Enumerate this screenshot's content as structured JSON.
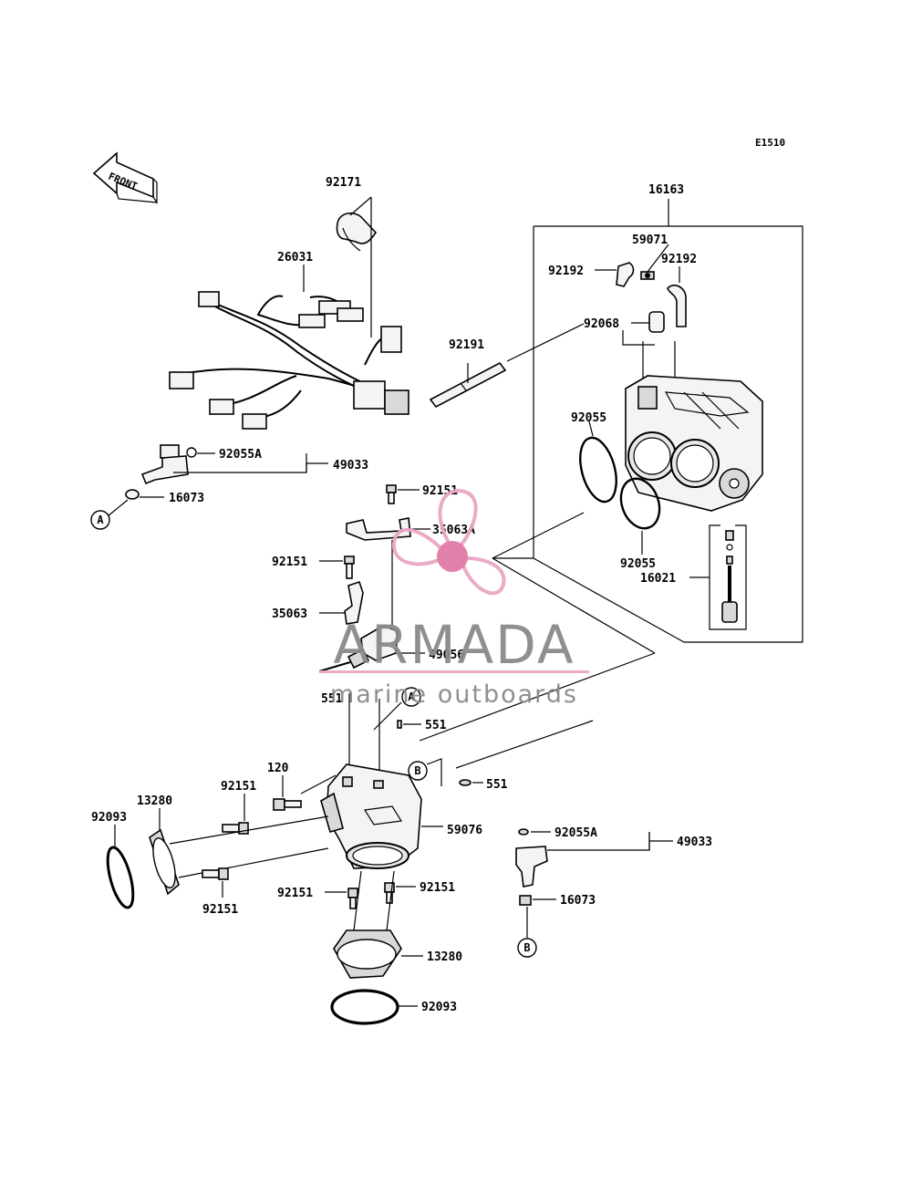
{
  "diagram_ref": "E1510",
  "front_arrow_label": "FRONT",
  "watermark": {
    "name": "ARMADA",
    "tagline": "marine outboards",
    "colors": {
      "propeller": "#e9a6c6",
      "hub": "#e07aa6",
      "text": "#8a8a8a",
      "underline": "#e9a6c6"
    }
  },
  "circle_refs": {
    "a_top": "A",
    "a_mid": "A",
    "b_mid": "B",
    "b_bottom": "B"
  },
  "labels": {
    "p92171": "92171",
    "p26031": "26031",
    "p16163": "16163",
    "p59071": "59071",
    "p92192_left": "92192",
    "p92192_right": "92192",
    "p92068": "92068",
    "p92191": "92191",
    "p92055_upper": "92055",
    "p92055_lower": "92055",
    "p16021": "16021",
    "p92055A_top": "92055A",
    "p49033_top": "49033",
    "p16073_top": "16073",
    "p92151_a": "92151",
    "p35063A": "35063A",
    "p92151_b": "92151",
    "p35063": "35063",
    "p49056": "49056",
    "p551_a": "551",
    "p551_b": "551",
    "p551_c": "551",
    "p120": "120",
    "p92151_c": "92151",
    "p13280_left": "13280",
    "p92093_left": "92093",
    "p59076": "59076",
    "p92151_d": "92151",
    "p92151_e": "92151",
    "p92151_f": "92151",
    "p13280_bottom": "13280",
    "p92093_bottom": "92093",
    "p92055A_bottom": "92055A",
    "p49033_bottom": "49033",
    "p16073_bottom": "16073"
  }
}
